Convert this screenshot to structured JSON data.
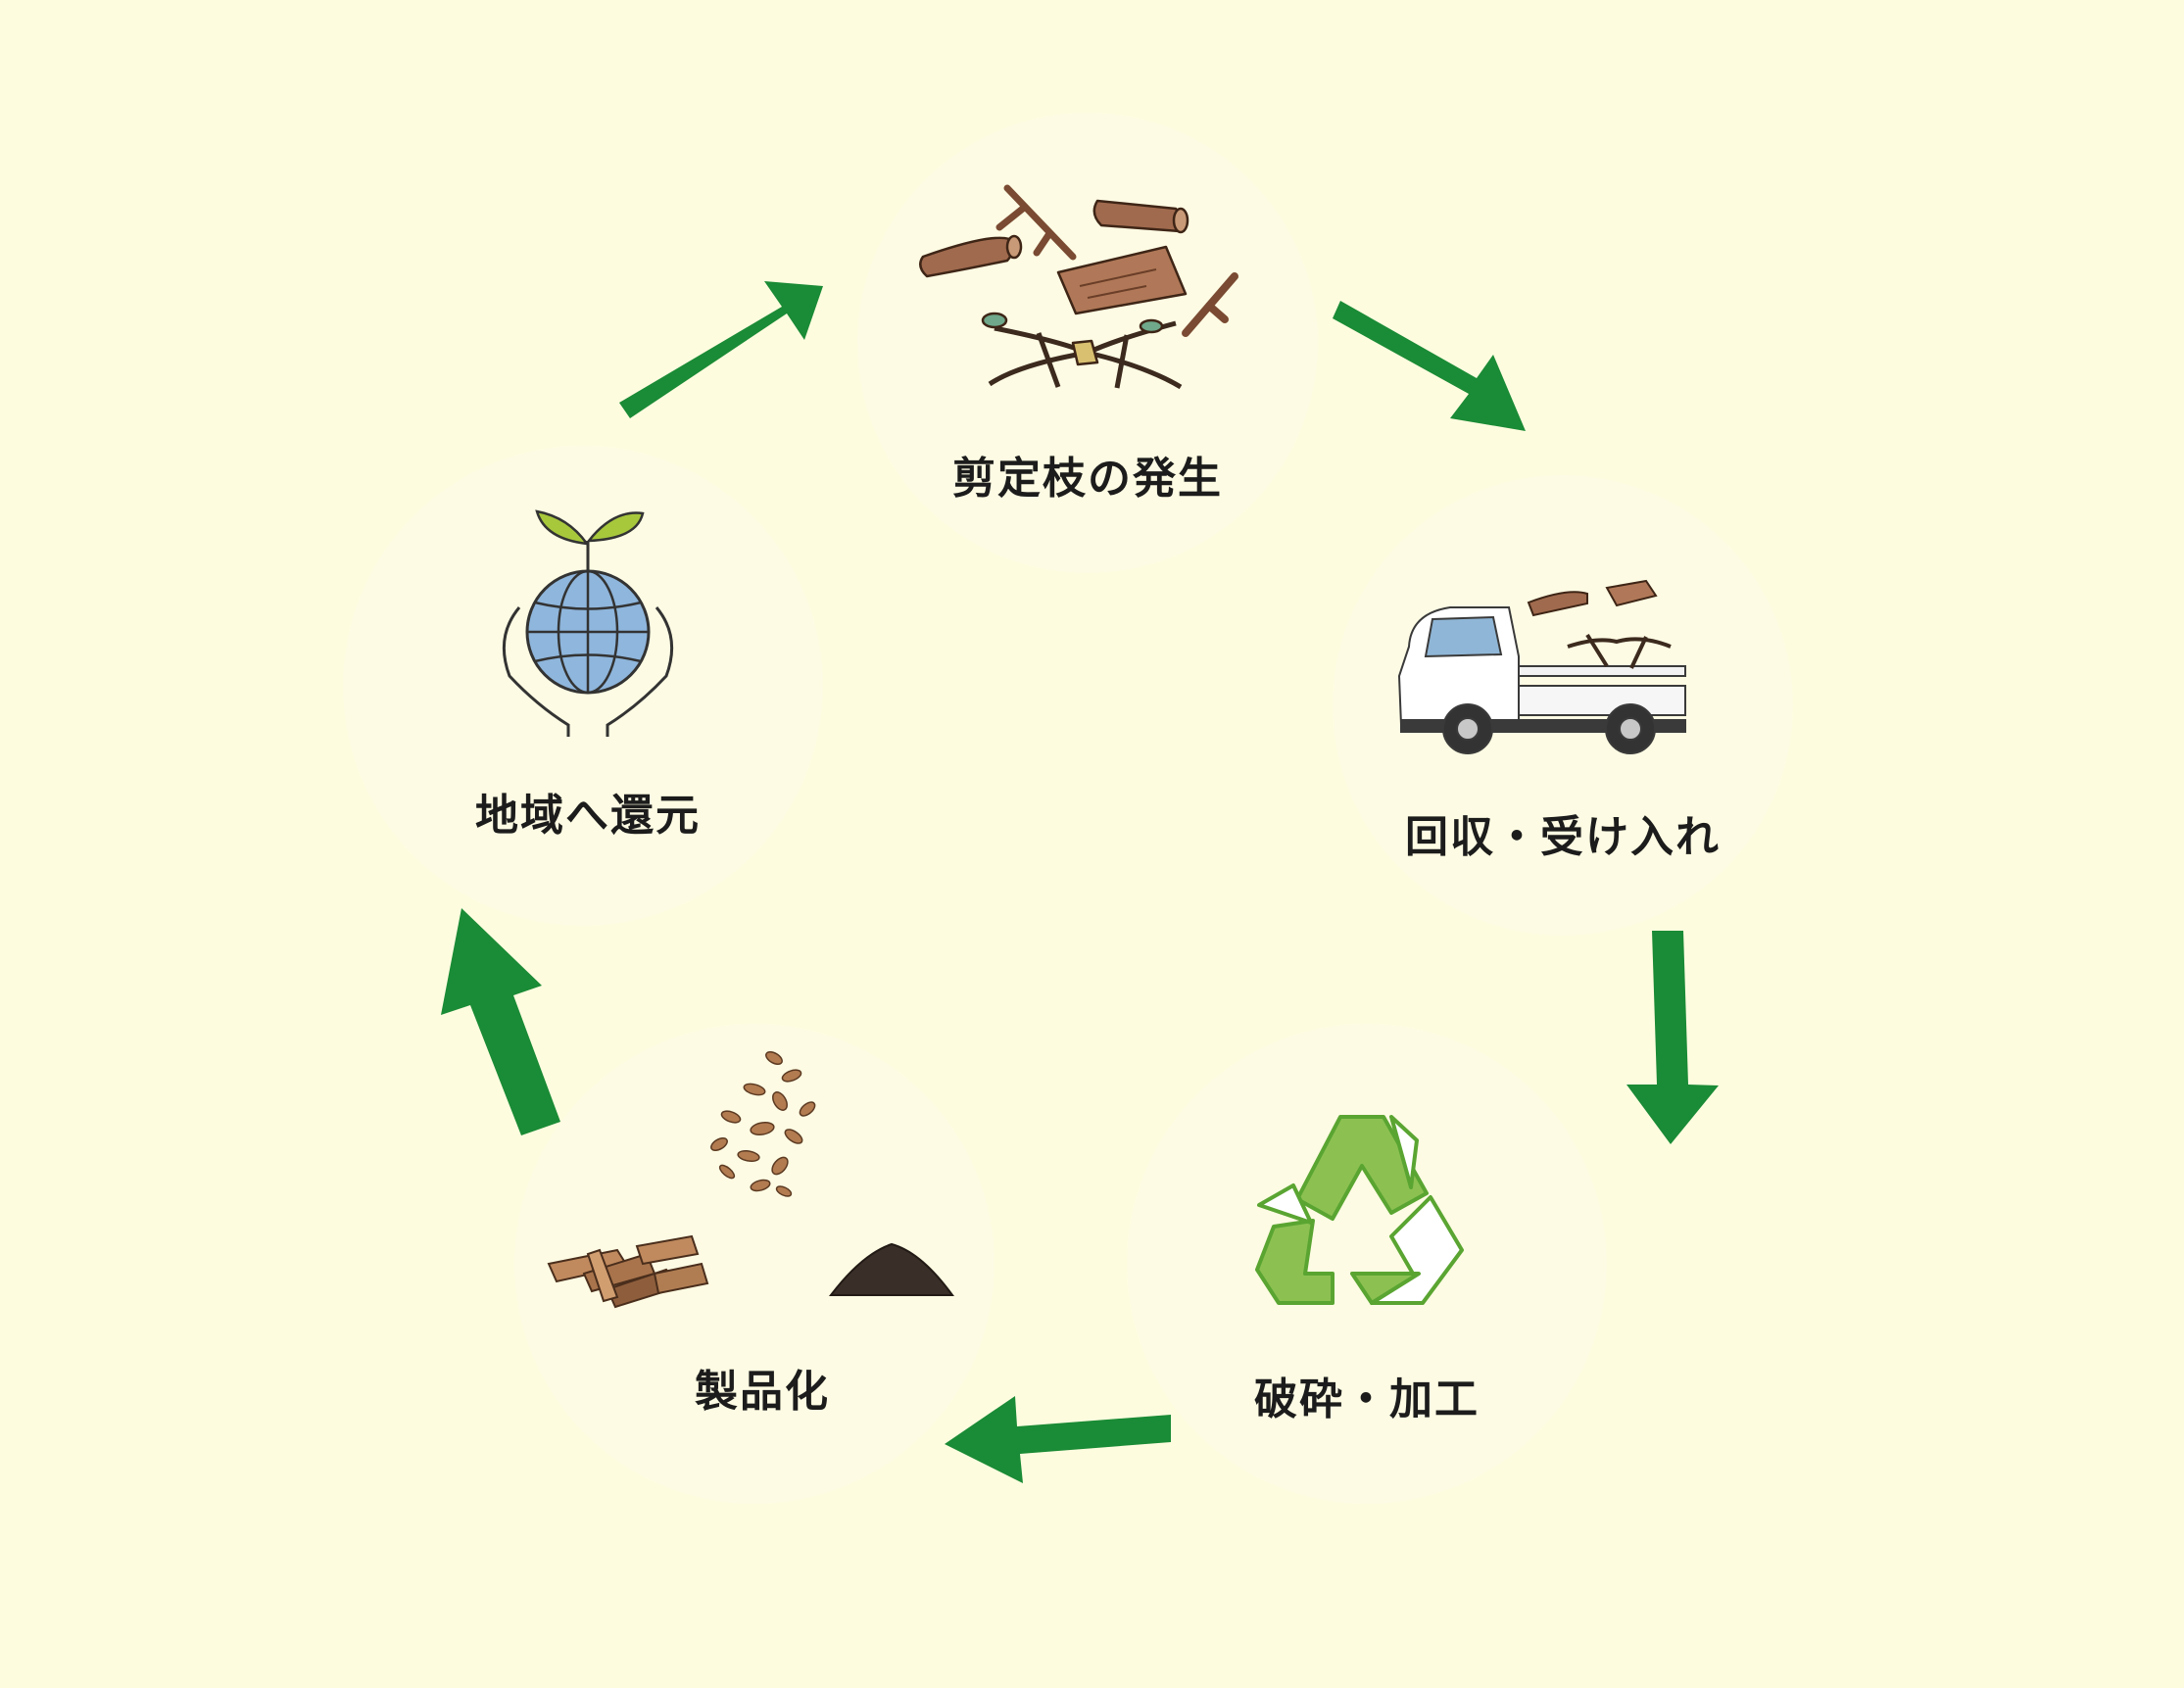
{
  "stages": [
    {
      "id": "pruning",
      "label": "剪定枝の発生",
      "icon": "branches-icon"
    },
    {
      "id": "collection",
      "label": "回収・受け入れ",
      "icon": "kei-truck-icon"
    },
    {
      "id": "processing",
      "label": "破砕・加工",
      "icon": "recycle-icon"
    },
    {
      "id": "products",
      "label": "製品化",
      "icon": "wood-products-icon"
    },
    {
      "id": "return",
      "label": "地域へ還元",
      "icon": "globe-sprout-icon"
    }
  ],
  "colors": {
    "background": "#fefcdf",
    "node_fill": "#fdfbe2",
    "arrow": "#1a8b36",
    "recycle_light": "#8cc152",
    "recycle_dark": "#5aa532"
  }
}
